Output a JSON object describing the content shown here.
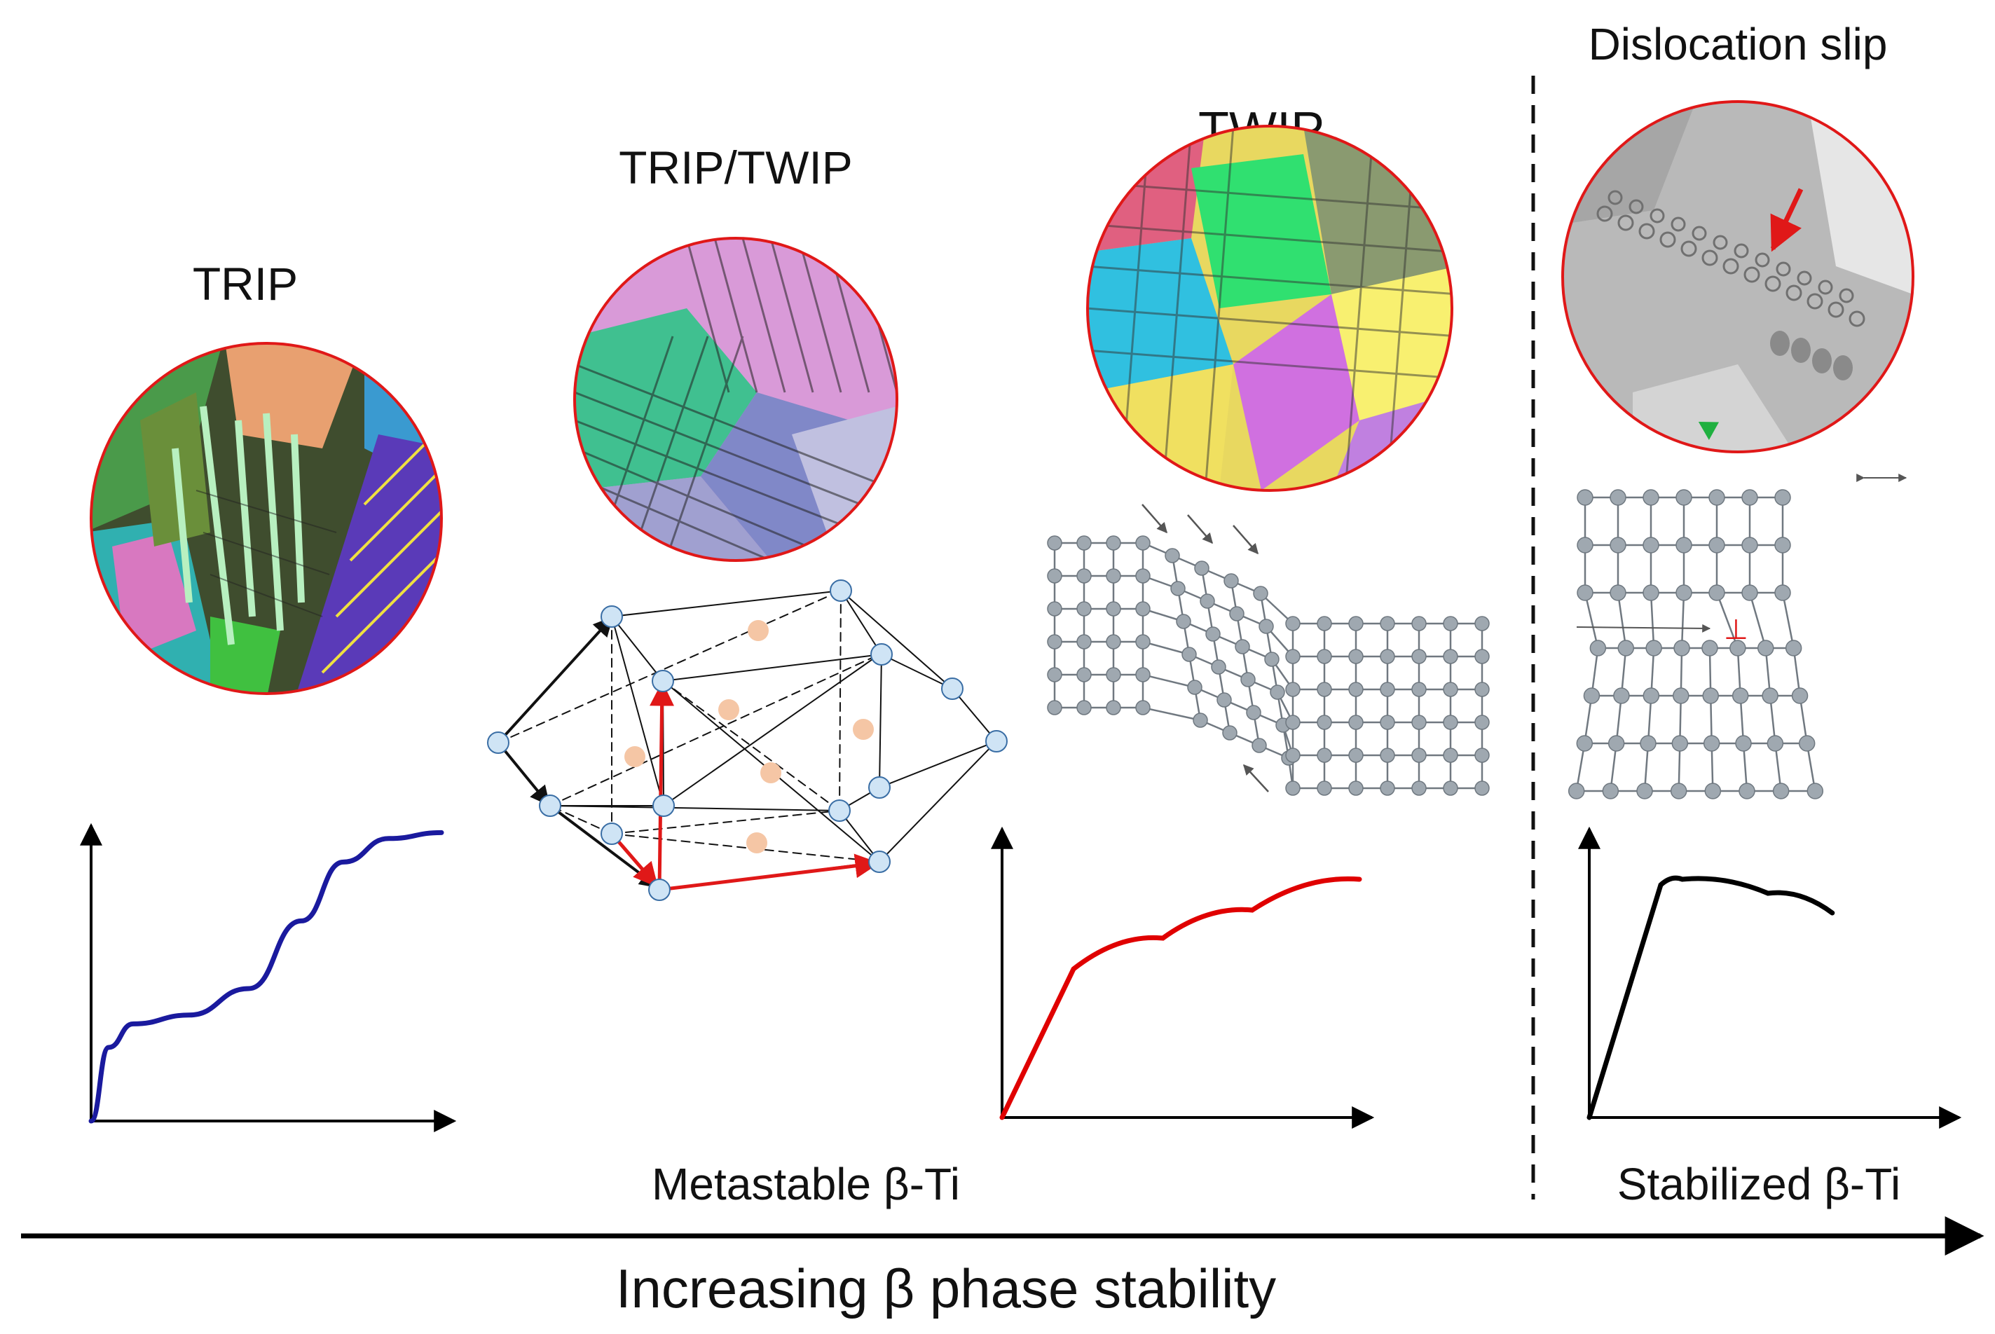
{
  "labels": {
    "trip": "TRIP",
    "trip_twip": "TRIP/TWIP",
    "twip": "TWIP",
    "dislocation_slip": "Dislocation slip",
    "metastable": "Metastable β-Ti",
    "stabilized": "Stabilized β-Ti",
    "axis_arrow": "Increasing β phase stability"
  },
  "colors": {
    "micrograph_border": "#e01818",
    "trip_curve": "#1a1a9e",
    "twip_curve": "#e00000",
    "slip_curve": "#000000",
    "atom": "#9fa8b0",
    "bond": "#707880",
    "lattice_node": "#cfe4f5",
    "interstitial": "#f5c6a5",
    "vector_red": "#e01818"
  },
  "icons": {
    "trip_micrograph": "ebsd-phase-map-image",
    "trip_twip_micrograph": "ebsd-twinned-map-image",
    "twip_micrograph": "ebsd-twin-grid-image",
    "slip_micrograph": "tem-dislocation-image",
    "lattice_bcc_hcp": "bcc-to-hcp-lattice-diagram",
    "twin_lattice": "twin-boundary-lattice-diagram",
    "dislocation_lattice": "edge-dislocation-lattice-diagram",
    "dislocation_symbol": "⊥"
  },
  "chart_data": [
    {
      "type": "line",
      "title": "",
      "xlabel": "",
      "ylabel": "",
      "series": [
        {
          "values": [
            [
              0,
              0
            ],
            [
              0.05,
              0.25
            ],
            [
              0.12,
              0.33
            ],
            [
              0.28,
              0.36
            ],
            [
              0.45,
              0.45
            ],
            [
              0.6,
              0.68
            ],
            [
              0.72,
              0.88
            ],
            [
              0.85,
              0.96
            ],
            [
              1,
              0.98
            ]
          ]
        }
      ]
    },
    {
      "type": "line",
      "title": "",
      "xlabel": "",
      "ylabel": "",
      "series": [
        {
          "values": [
            [
              0,
              0
            ],
            [
              0.2,
              0.53
            ],
            [
              0.45,
              0.64
            ],
            [
              0.7,
              0.74
            ],
            [
              1,
              0.85
            ]
          ]
        }
      ]
    },
    {
      "type": "line",
      "title": "",
      "xlabel": "",
      "ylabel": "",
      "series": [
        {
          "values": [
            [
              0,
              0
            ],
            [
              0.2,
              0.83
            ],
            [
              0.26,
              0.85
            ],
            [
              0.5,
              0.8
            ],
            [
              0.68,
              0.73
            ]
          ]
        }
      ]
    }
  ]
}
